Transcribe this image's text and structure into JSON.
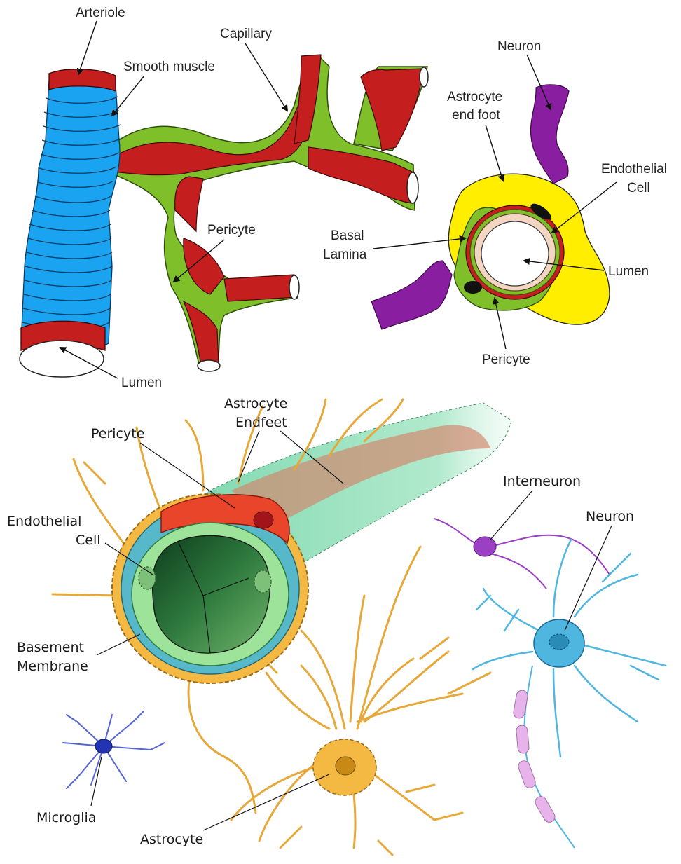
{
  "panel_a": {
    "labels": {
      "arteriole": "Arteriole",
      "smooth_muscle": "Smooth muscle",
      "capillary": "Capillary",
      "pericyte": "Pericyte",
      "lumen": "Lumen"
    },
    "colors": {
      "smooth_muscle": "#1aa3f0",
      "vessel_wall": "#c41e1e",
      "pericyte": "#7fbf2a"
    }
  },
  "panel_b": {
    "labels": {
      "neuron": "Neuron",
      "astrocyte_end_foot_1": "Astrocyte",
      "astrocyte_end_foot_2": "end foot",
      "endothelial_cell_1": "Endothelial",
      "endothelial_cell_2": "Cell",
      "basal_lamina_1": "Basal",
      "basal_lamina_2": "Lamina",
      "lumen": "Lumen",
      "pericyte": "Pericyte"
    },
    "colors": {
      "astrocyte": "#ffee00",
      "neuron": "#8a1ea0",
      "pericyte": "#7fbf2a",
      "basal_lamina": "#c41e1e",
      "endothelium": "#f2d6c2"
    }
  },
  "panel_c": {
    "labels": {
      "astrocyte_endfeet_1": "Astrocyte",
      "astrocyte_endfeet_2": "Endfeet",
      "pericyte": "Pericyte",
      "interneuron": "Interneuron",
      "neuron": "Neuron",
      "endothelial_cell_1": "Endothelial",
      "endothelial_cell_2": "Cell",
      "basement_membrane_1": "Basement",
      "basement_membrane_2": "Membrane",
      "microglia": "Microglia",
      "astrocyte": "Astrocyte"
    },
    "colors": {
      "astrocyte": "#f4b942",
      "pericyte": "#e8452a",
      "endothelial": "#9de39a",
      "basement_membrane": "#56b8c8",
      "interneuron": "#9b3fc4",
      "neuron": "#4fb6e0",
      "microglia": "#5566d4",
      "myelin": "#e6b3ea"
    }
  }
}
